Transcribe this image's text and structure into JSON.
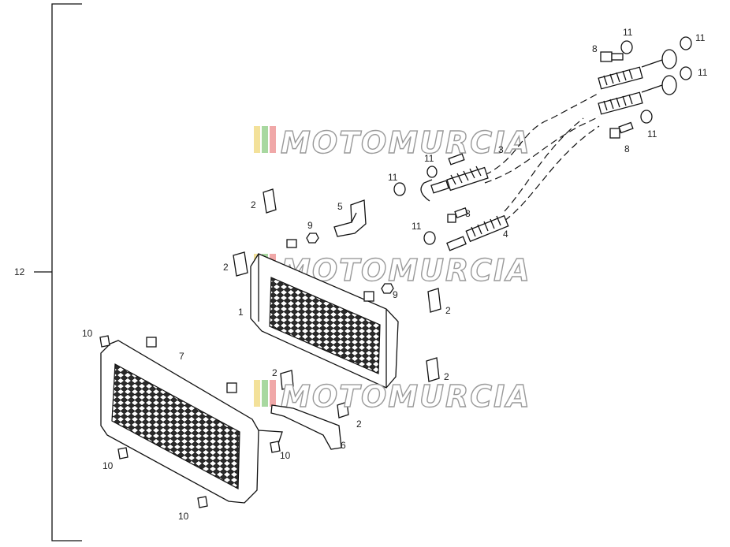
{
  "callouts": [
    {
      "id": "c12",
      "text": "12"
    },
    {
      "id": "c1",
      "text": "1"
    },
    {
      "id": "c2a",
      "text": "2"
    },
    {
      "id": "c2b",
      "text": "2"
    },
    {
      "id": "c2c",
      "text": "2"
    },
    {
      "id": "c2d",
      "text": "2"
    },
    {
      "id": "c2e",
      "text": "2"
    },
    {
      "id": "c2f",
      "text": "2"
    },
    {
      "id": "c3",
      "text": "3"
    },
    {
      "id": "c4",
      "text": "4"
    },
    {
      "id": "c5",
      "text": "5"
    },
    {
      "id": "c6",
      "text": "6"
    },
    {
      "id": "c7",
      "text": "7"
    },
    {
      "id": "c8a",
      "text": "8"
    },
    {
      "id": "c8b",
      "text": "8"
    },
    {
      "id": "c8c",
      "text": "8"
    },
    {
      "id": "c9a",
      "text": "9"
    },
    {
      "id": "c9b",
      "text": "9"
    },
    {
      "id": "c10a",
      "text": "10"
    },
    {
      "id": "c10b",
      "text": "10"
    },
    {
      "id": "c10c",
      "text": "10"
    },
    {
      "id": "c10d",
      "text": "10"
    },
    {
      "id": "c11a",
      "text": "11"
    },
    {
      "id": "c11b",
      "text": "11"
    },
    {
      "id": "c11c",
      "text": "11"
    },
    {
      "id": "c11d",
      "text": "11"
    },
    {
      "id": "c11e",
      "text": "11"
    },
    {
      "id": "c11f",
      "text": "11"
    },
    {
      "id": "c11g",
      "text": "11"
    }
  ],
  "watermark": {
    "text": "MOTOMURCIA",
    "stripe_colors": [
      "#f3e19a",
      "#a8d8a0",
      "#f0a8a8"
    ]
  }
}
